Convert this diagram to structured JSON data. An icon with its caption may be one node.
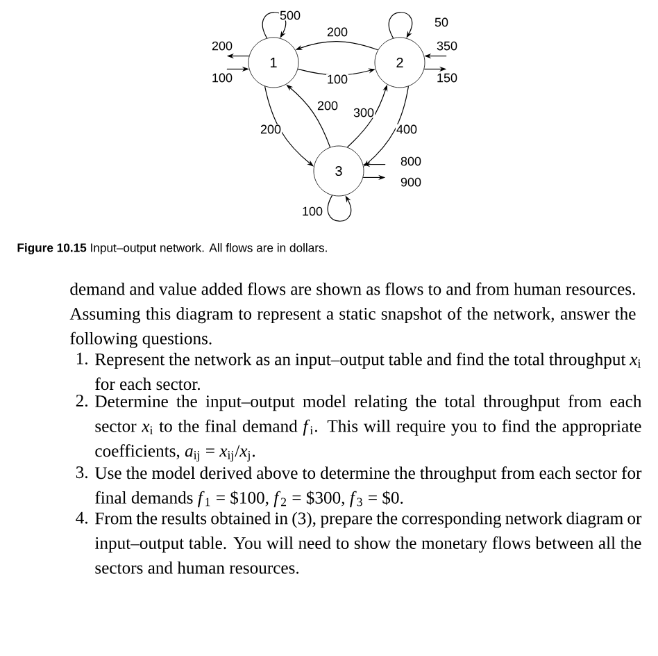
{
  "diagram": {
    "caption": "**Figure 10.15** Input–output network. All flows are in dollars.",
    "nodes": [
      {
        "text": [
          "1"
        ]
      },
      {
        "text": [
          "2"
        ]
      },
      {
        "text": [
          "3"
        ]
      }
    ],
    "edges": [
      {
        "from": 0,
        "to": 0,
        "arrow": "to",
        "label": "500"
      },
      {
        "from": 1,
        "to": 1,
        "arrow": "to",
        "label": "50"
      },
      {
        "from": 2,
        "to": 2,
        "arrow": "to",
        "label": "100"
      },
      {
        "from": 1,
        "to": 0,
        "arrow": "to",
        "label": "200"
      },
      {
        "from": 0,
        "to": 1,
        "arrow": "to",
        "label": "100"
      },
      {
        "from": 0,
        "to": 2,
        "arrow": "to",
        "label": "200"
      },
      {
        "from": 2,
        "to": 0,
        "arrow": "to",
        "label": "200"
      },
      {
        "from": 2,
        "to": 1,
        "arrow": "to",
        "label": "300"
      },
      {
        "from": 1,
        "to": 2,
        "arrow": "to",
        "label": "400"
      },
      {
        "from": 0,
        "to": null,
        "arrow": "to",
        "label": "200"
      },
      {
        "from": null,
        "to": 0,
        "arrow": "to",
        "label": "100"
      },
      {
        "from": null,
        "to": 1,
        "arrow": "to",
        "label": "350"
      },
      {
        "from": 1,
        "to": null,
        "arrow": "to",
        "label": "150"
      },
      {
        "from": null,
        "to": 2,
        "arrow": "to",
        "label": "800"
      },
      {
        "from": 2,
        "to": null,
        "arrow": "to",
        "label": "900"
      }
    ],
    "labels": [
      "demand and value added flows are shown as flows to and from human resources. Assuming this diagram to represent a static snapshot of the network, answer the following questions.",
      "1.",
      "Represent the network as an input–output table and find the total throughput *x*$_{i}$ for each sector.",
      "2.",
      "Determine the input–output model relating the total throughput from each sector *x*$_{i}$ to the final demand *f*$_{i}$. This will require you to find the appropriate coefficients, *a*$_{ij}$ = *x*$_{ij}$/*x*$_{j}$.",
      "3.",
      "Use the model derived above to determine the throughput from each sector for final demands *f*$_{1}$ = $100, *f*$_{2}$ = $300, *f*$_{3}$ = $0.",
      "4.",
      "From the results obtained in (3), prepare the corresponding network diagram or input–output table. You will need to show the monetary flows between all the sectors and human resources."
    ]
  }
}
